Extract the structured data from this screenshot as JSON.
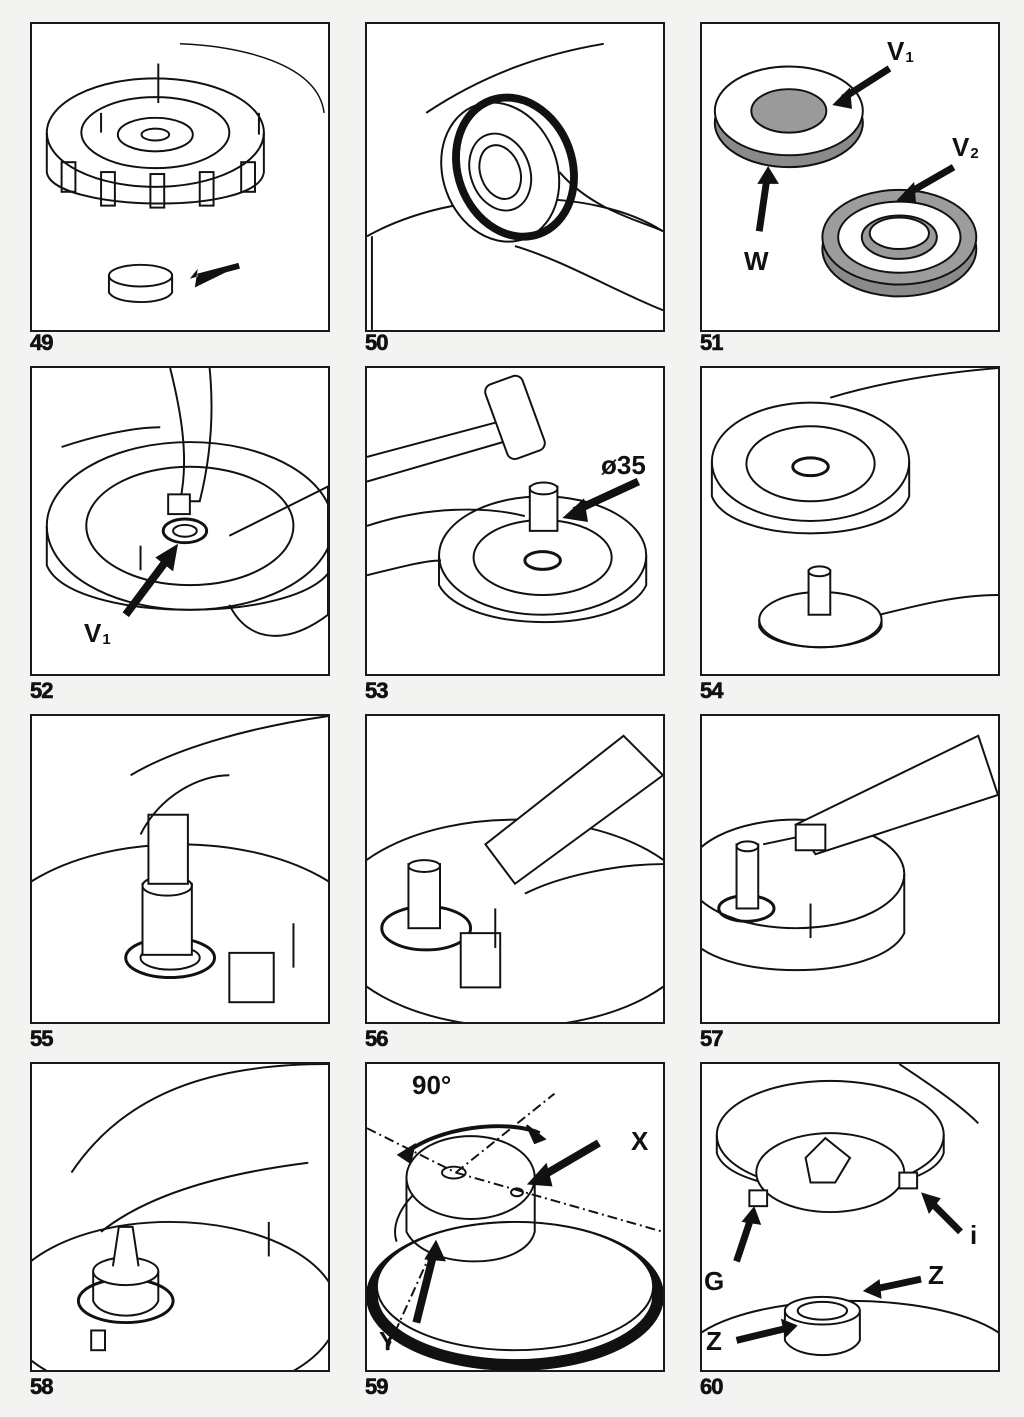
{
  "figures": [
    {
      "number": "49",
      "labels": []
    },
    {
      "number": "50",
      "labels": []
    },
    {
      "number": "51",
      "labels": [
        {
          "main": "V",
          "sub": "1"
        },
        {
          "main": "V",
          "sub": "2"
        },
        {
          "main": "W",
          "sub": ""
        }
      ]
    },
    {
      "number": "52",
      "labels": [
        {
          "main": "V",
          "sub": "1"
        }
      ]
    },
    {
      "number": "53",
      "labels": [
        {
          "main": "ø35",
          "sub": ""
        }
      ]
    },
    {
      "number": "54",
      "labels": []
    },
    {
      "number": "55",
      "labels": []
    },
    {
      "number": "56",
      "labels": []
    },
    {
      "number": "57",
      "labels": []
    },
    {
      "number": "58",
      "labels": []
    },
    {
      "number": "59",
      "labels": [
        {
          "main": "90°",
          "sub": ""
        },
        {
          "main": "X",
          "sub": ""
        },
        {
          "main": "Y",
          "sub": ""
        }
      ]
    },
    {
      "number": "60",
      "labels": [
        {
          "main": "i",
          "sub": ""
        },
        {
          "main": "G",
          "sub": ""
        },
        {
          "main": "Z",
          "sub": ""
        },
        {
          "main": "Z",
          "sub": ""
        }
      ]
    }
  ]
}
